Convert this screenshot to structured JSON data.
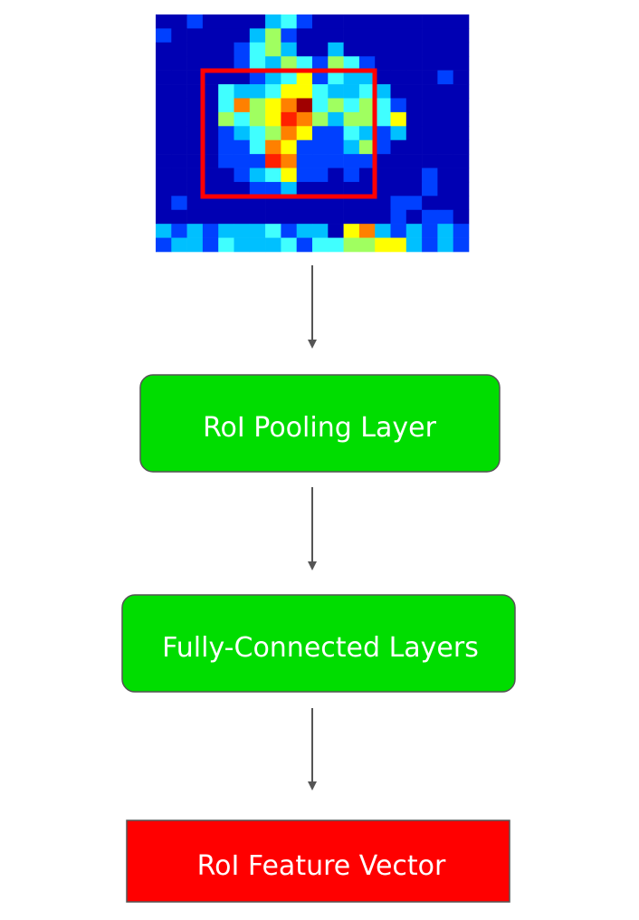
{
  "diagram": {
    "heatmap": {
      "grid": [
        [
          1,
          1,
          2,
          1,
          1,
          1,
          1,
          3,
          4,
          2,
          1,
          1,
          1,
          1,
          1,
          1,
          1,
          1,
          1,
          1
        ],
        [
          2,
          1,
          1,
          1,
          1,
          1,
          3,
          5,
          2,
          1,
          1,
          1,
          1,
          1,
          1,
          1,
          1,
          1,
          1,
          1
        ],
        [
          1,
          1,
          1,
          1,
          1,
          2,
          4,
          5,
          3,
          1,
          1,
          3,
          1,
          1,
          1,
          1,
          1,
          1,
          1,
          1
        ],
        [
          1,
          1,
          1,
          1,
          1,
          2,
          4,
          3,
          5,
          4,
          2,
          5,
          4,
          2,
          1,
          1,
          1,
          1,
          1,
          1
        ],
        [
          1,
          1,
          1,
          1,
          1,
          1,
          2,
          3,
          4,
          6,
          2,
          4,
          3,
          3,
          1,
          1,
          1,
          1,
          2,
          1
        ],
        [
          1,
          1,
          1,
          1,
          4,
          3,
          3,
          4,
          6,
          6,
          4,
          3,
          3,
          4,
          3,
          1,
          1,
          1,
          1,
          1
        ],
        [
          1,
          1,
          1,
          1,
          4,
          7,
          5,
          6,
          7,
          9,
          4,
          5,
          4,
          5,
          4,
          2,
          1,
          1,
          1,
          1
        ],
        [
          1,
          1,
          1,
          1,
          5,
          4,
          5,
          6,
          8,
          7,
          5,
          3,
          5,
          5,
          4,
          6,
          1,
          1,
          1,
          1
        ],
        [
          1,
          1,
          1,
          1,
          2,
          3,
          4,
          5,
          7,
          6,
          2,
          2,
          4,
          3,
          2,
          3,
          1,
          1,
          1,
          1
        ],
        [
          1,
          1,
          1,
          1,
          2,
          2,
          4,
          7,
          6,
          2,
          2,
          2,
          3,
          5,
          2,
          1,
          1,
          1,
          1,
          1
        ],
        [
          1,
          1,
          1,
          1,
          2,
          2,
          2,
          8,
          7,
          2,
          2,
          2,
          2,
          2,
          1,
          1,
          1,
          1,
          1,
          1
        ],
        [
          1,
          1,
          1,
          1,
          1,
          2,
          3,
          4,
          6,
          2,
          2,
          1,
          2,
          1,
          1,
          1,
          1,
          2,
          1,
          1
        ],
        [
          1,
          1,
          1,
          1,
          1,
          1,
          2,
          2,
          3,
          1,
          1,
          1,
          1,
          1,
          1,
          1,
          1,
          2,
          1,
          1
        ],
        [
          1,
          2,
          1,
          1,
          1,
          1,
          1,
          1,
          1,
          1,
          1,
          1,
          1,
          1,
          1,
          2,
          2,
          1,
          1,
          1
        ],
        [
          1,
          1,
          1,
          1,
          1,
          1,
          1,
          1,
          1,
          1,
          1,
          1,
          1,
          1,
          1,
          2,
          1,
          2,
          2,
          1
        ],
        [
          3,
          2,
          3,
          2,
          3,
          3,
          3,
          4,
          2,
          3,
          3,
          1,
          6,
          7,
          3,
          2,
          3,
          2,
          3,
          2
        ],
        [
          2,
          3,
          3,
          2,
          4,
          3,
          3,
          3,
          4,
          2,
          4,
          4,
          5,
          5,
          6,
          6,
          3,
          2,
          3,
          2
        ]
      ],
      "palette": [
        "#00007f",
        "#0000b3",
        "#0040ff",
        "#00c0ff",
        "#40ffff",
        "#a0ff60",
        "#ffff00",
        "#ff8000",
        "#ff2000",
        "#a00000"
      ],
      "roi_color": "#ff0000"
    },
    "nodes": [
      {
        "label": "RoI Pooling Layer",
        "fill": "#00dd00"
      },
      {
        "label": "Fully-Connected Layers",
        "fill": "#00dd00"
      },
      {
        "label": "RoI Feature Vector",
        "fill": "#ff0000"
      }
    ],
    "arrow_color": "#555555"
  }
}
